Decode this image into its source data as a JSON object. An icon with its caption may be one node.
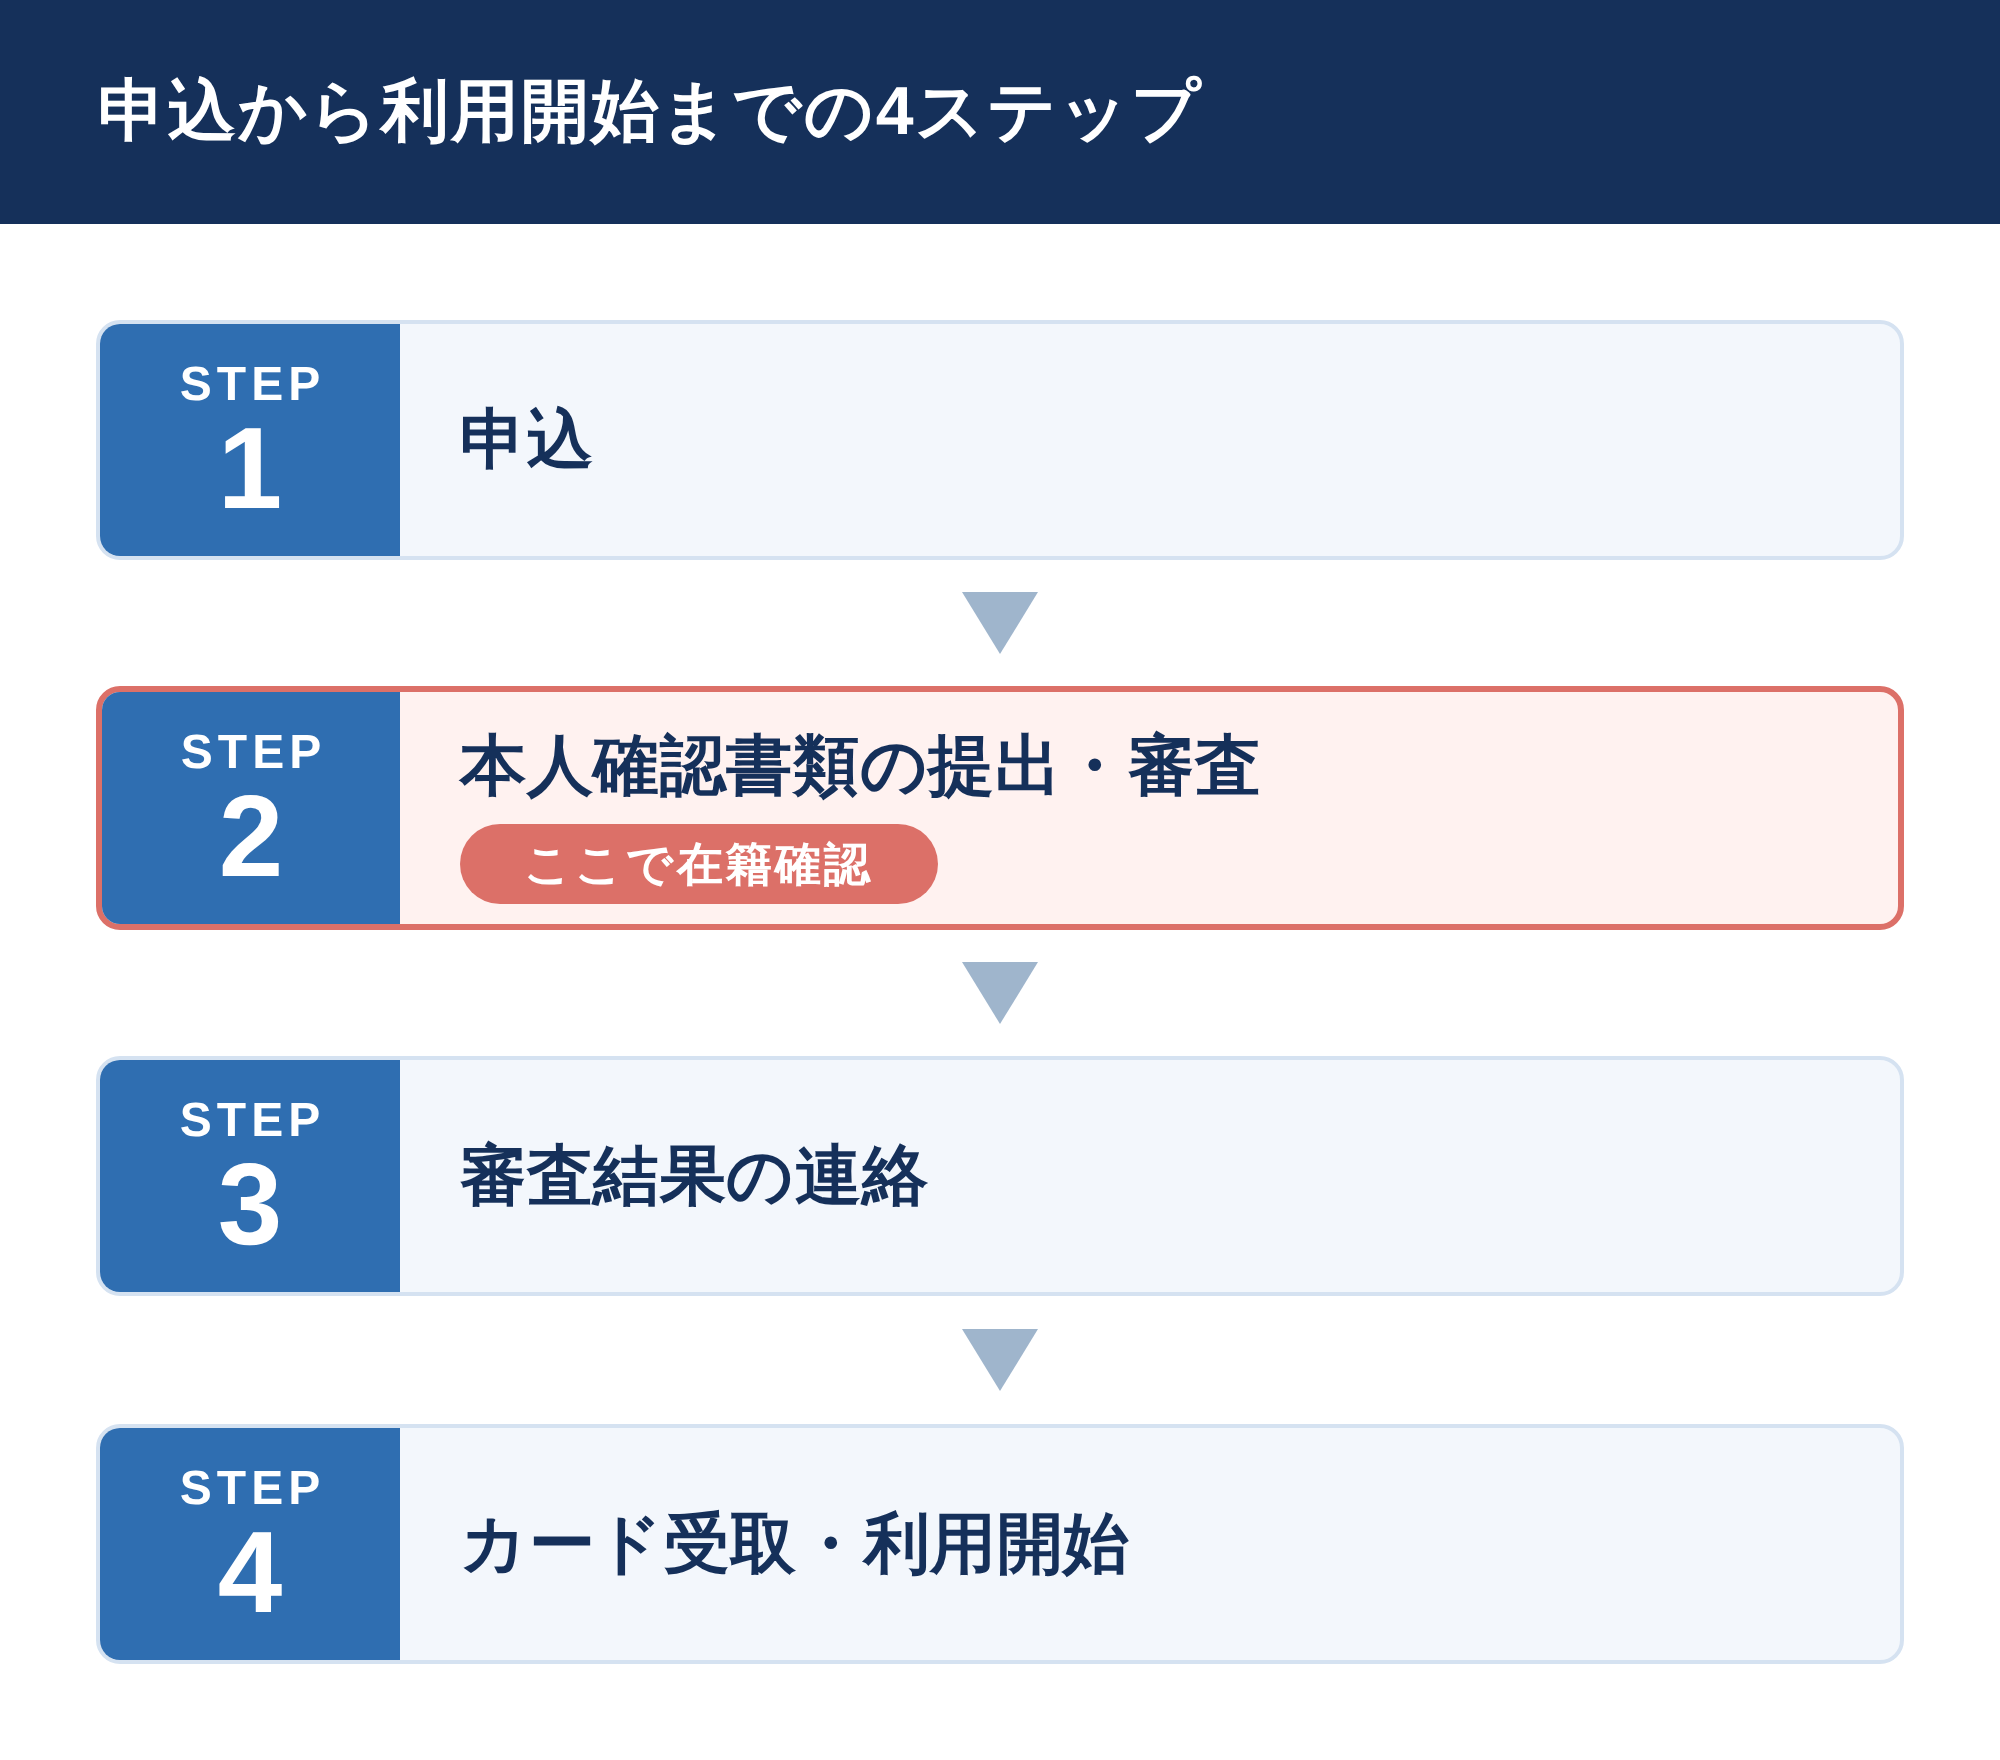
{
  "diagram": {
    "title": "申込から利用開始までの4ステップ",
    "nodes": [
      {
        "text": [
          "申込"
        ]
      },
      {
        "text": [
          "STEP",
          "1"
        ],
        "in": 0
      },
      {
        "text": [
          "本人確認書類の提出・審査"
        ]
      },
      {
        "text": [
          "STEP",
          "2"
        ],
        "in": 2
      },
      {
        "text": [
          "ここで在籍確認"
        ],
        "in": 2
      },
      {
        "text": [
          "審査結果の連絡"
        ]
      },
      {
        "text": [
          "STEP",
          "3"
        ],
        "in": 5
      },
      {
        "text": [
          "カード受取・利用開始"
        ]
      },
      {
        "text": [
          "STEP",
          "4"
        ],
        "in": 7
      }
    ],
    "edges": [
      {
        "from": 0,
        "to": 2,
        "arrow": "to"
      },
      {
        "from": 2,
        "to": 5,
        "arrow": "to"
      },
      {
        "from": 5,
        "to": 7,
        "arrow": "to"
      }
    ]
  }
}
